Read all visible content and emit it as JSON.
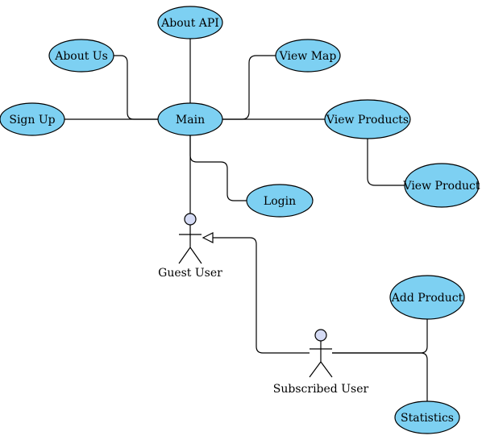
{
  "use_cases": {
    "about_api": "About API",
    "about_us": "About Us",
    "view_map": "View Map",
    "sign_up": "Sign Up",
    "main": "Main",
    "view_products": "View Products",
    "view_product": "View Product",
    "login": "Login",
    "add_product": "Add Product",
    "statistics": "Statistics"
  },
  "actors": {
    "guest_user": "Guest User",
    "subscribed_user": "Subscribed User"
  },
  "colors": {
    "use_case_fill": "#7dd0f2",
    "actor_head_fill": "#d5dbf5",
    "stroke": "#000000"
  }
}
